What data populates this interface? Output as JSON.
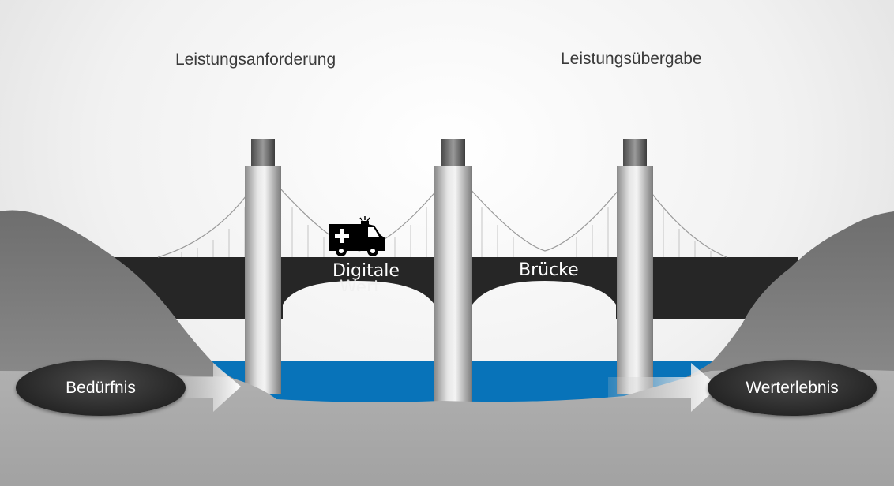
{
  "labels": {
    "request": "Leistungsanforderung",
    "delivery": "Leistungsübergabe",
    "need": "Bedürfnis",
    "value_experience": "Werterlebnis",
    "deck_left": "Digitale",
    "deck_left_hidden": "Wert",
    "deck_right": "Brücke"
  },
  "icons": {
    "vehicle": "ambulance-icon",
    "left_arrow": "arrow-right-icon",
    "right_arrow": "arrow-right-icon"
  },
  "colors": {
    "water": "#0873b9",
    "deck": "#262626",
    "ground": "#a8a8a8",
    "ellipse": "#262626"
  }
}
